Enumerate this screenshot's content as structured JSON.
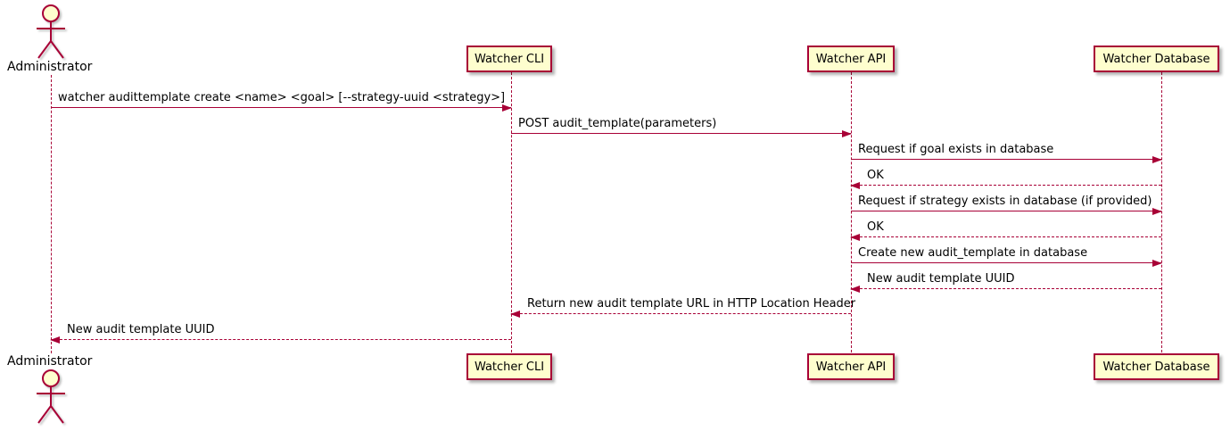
{
  "diagram": {
    "type": "sequence",
    "colors": {
      "participant_fill": "#FEFECE",
      "line_and_border": "#A80036",
      "text": "#000000",
      "background": "#FFFFFF"
    },
    "participants": [
      {
        "id": "administrator",
        "label": "Administrator",
        "kind": "actor"
      },
      {
        "id": "watcher-cli",
        "label": "Watcher CLI",
        "kind": "participant"
      },
      {
        "id": "watcher-api",
        "label": "Watcher API",
        "kind": "participant"
      },
      {
        "id": "watcher-database",
        "label": "Watcher Database",
        "kind": "participant"
      }
    ],
    "messages": [
      {
        "from": "Administrator",
        "to": "Watcher CLI",
        "style": "solid",
        "label": "watcher audittemplate create <name> <goal> [--strategy-uuid <strategy>]"
      },
      {
        "from": "Watcher CLI",
        "to": "Watcher API",
        "style": "solid",
        "label": "POST audit_template(parameters)"
      },
      {
        "from": "Watcher API",
        "to": "Watcher Database",
        "style": "solid",
        "label": "Request if goal exists in database"
      },
      {
        "from": "Watcher Database",
        "to": "Watcher API",
        "style": "dashed",
        "label": "OK"
      },
      {
        "from": "Watcher API",
        "to": "Watcher Database",
        "style": "solid",
        "label": "Request if strategy exists in database (if provided)"
      },
      {
        "from": "Watcher Database",
        "to": "Watcher API",
        "style": "dashed",
        "label": "OK"
      },
      {
        "from": "Watcher API",
        "to": "Watcher Database",
        "style": "solid",
        "label": "Create new audit_template in database"
      },
      {
        "from": "Watcher Database",
        "to": "Watcher API",
        "style": "dashed",
        "label": "New audit template UUID"
      },
      {
        "from": "Watcher API",
        "to": "Watcher CLI",
        "style": "dashed",
        "label": "Return new audit template URL in HTTP Location Header"
      },
      {
        "from": "Watcher CLI",
        "to": "Administrator",
        "style": "dashed",
        "label": "New audit template UUID"
      }
    ]
  }
}
